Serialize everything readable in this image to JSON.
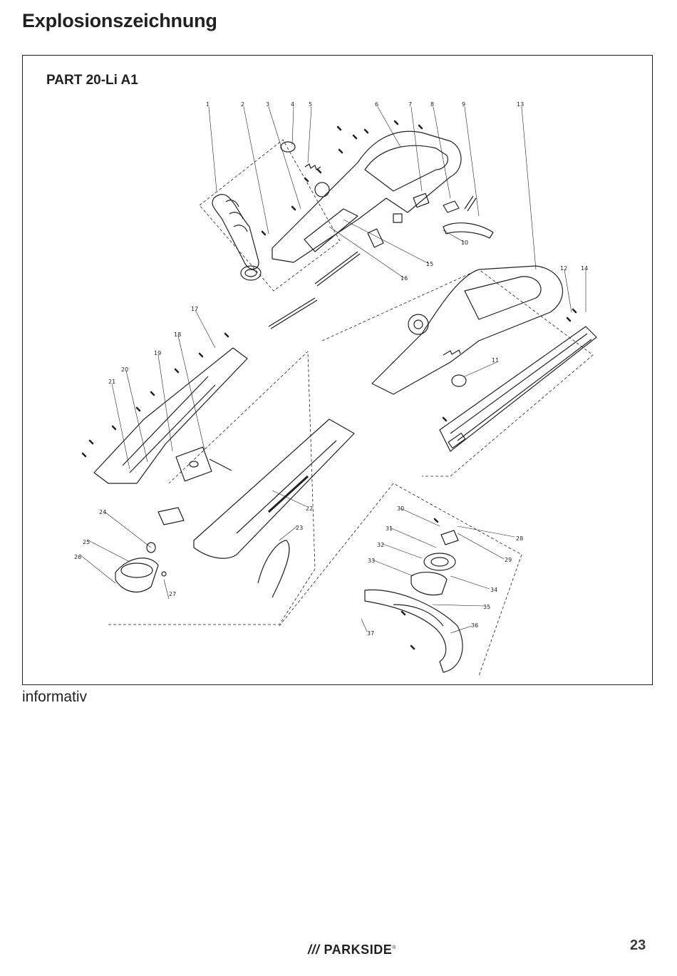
{
  "header": {
    "title": "Explosionszeichnung"
  },
  "figure": {
    "model": "PART 20-Li A1",
    "part_numbers": [
      "1",
      "2",
      "3",
      "4",
      "5",
      "6",
      "7",
      "8",
      "9",
      "10",
      "11",
      "12",
      "13",
      "14",
      "15",
      "16",
      "17",
      "18",
      "19",
      "20",
      "21",
      "22",
      "23",
      "24",
      "25",
      "26",
      "27",
      "28",
      "29",
      "30",
      "31",
      "32",
      "33",
      "34",
      "35",
      "36",
      "37"
    ]
  },
  "caption": "informativ",
  "footer": {
    "brand_slashes": "///",
    "brand_name": "PARKSIDE",
    "brand_mark": "®",
    "page_number": "23"
  }
}
